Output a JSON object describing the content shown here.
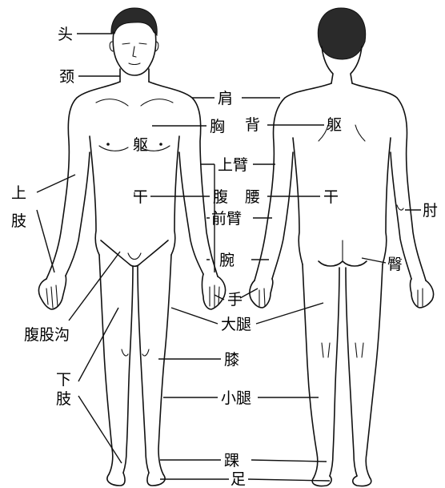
{
  "labels": {
    "head": "头",
    "neck": "颈",
    "shoulder": "肩",
    "chest": "胸",
    "back": "背",
    "trunk_front": "躯",
    "trunk_back": "躯",
    "upper_arm": "上臂",
    "upper_limb_1": "上",
    "upper_limb_2": "肢",
    "trunk_front2": "干",
    "abdomen": "腹",
    "waist": "腰",
    "trunk_back2": "干",
    "forearm": "前臂",
    "elbow": "肘",
    "wrist": "腕",
    "buttock": "臀",
    "groin": "腹股沟",
    "hand": "手",
    "thigh": "大腿",
    "lower_limb_1": "下",
    "lower_limb_2": "肢",
    "knee": "膝",
    "calf": "小腿",
    "ankle": "踝",
    "foot": "足"
  }
}
